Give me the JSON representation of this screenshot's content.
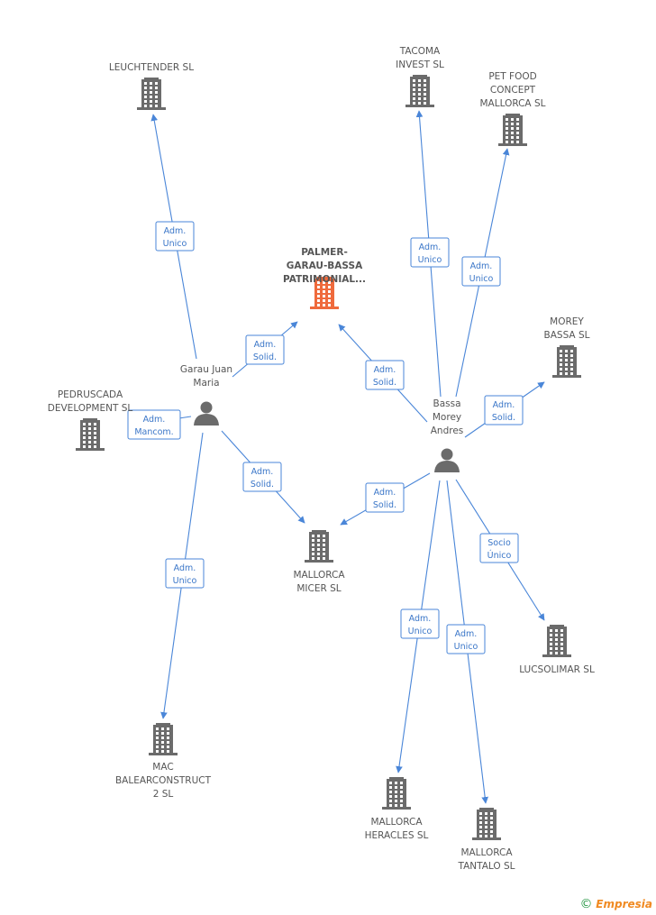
{
  "nodes": [
    {
      "id": "palmer",
      "kind": "company",
      "focus": true,
      "lines": [
        "PALMER-",
        "GARAU-BASSA",
        "PATRIMONIAL..."
      ]
    },
    {
      "id": "leuchtender",
      "kind": "company",
      "lines": [
        "LEUCHTENDER SL"
      ]
    },
    {
      "id": "tacoma",
      "kind": "company",
      "lines": [
        "TACOMA",
        "INVEST SL"
      ]
    },
    {
      "id": "petfood",
      "kind": "company",
      "lines": [
        "PET FOOD",
        "CONCEPT",
        "MALLORCA  SL"
      ]
    },
    {
      "id": "morey",
      "kind": "company",
      "lines": [
        "MOREY",
        "BASSA SL"
      ]
    },
    {
      "id": "pedruscada",
      "kind": "company",
      "lines": [
        "PEDRUSCADA",
        "DEVELOPMENT SL"
      ]
    },
    {
      "id": "micer",
      "kind": "company",
      "lines": [
        "MALLORCA",
        "MICER SL"
      ]
    },
    {
      "id": "lucsolimar",
      "kind": "company",
      "lines": [
        "LUCSOLIMAR SL"
      ]
    },
    {
      "id": "mac",
      "kind": "company",
      "lines": [
        "MAC",
        "BALEARCONSTRUCT",
        "2 SL"
      ]
    },
    {
      "id": "heracles",
      "kind": "company",
      "lines": [
        "MALLORCA",
        "HERACLES SL"
      ]
    },
    {
      "id": "tantalo",
      "kind": "company",
      "lines": [
        "MALLORCA",
        "TANTALO SL"
      ]
    },
    {
      "id": "garau",
      "kind": "person",
      "lines": [
        "Garau Juan",
        "Maria"
      ]
    },
    {
      "id": "bassa",
      "kind": "person",
      "lines": [
        "Bassa",
        "Morey",
        "Andres"
      ]
    }
  ],
  "edges": [
    {
      "id": "garau-leuchtender",
      "from": "garau",
      "to": "leuchtender",
      "label": [
        "Adm.",
        "Unico"
      ]
    },
    {
      "id": "garau-palmer",
      "from": "garau",
      "to": "palmer",
      "label": [
        "Adm.",
        "Solid."
      ]
    },
    {
      "id": "garau-pedruscada",
      "from": "garau",
      "to": "pedruscada",
      "label": [
        "Adm.",
        "Mancom."
      ]
    },
    {
      "id": "garau-micer",
      "from": "garau",
      "to": "micer",
      "label": [
        "Adm.",
        "Solid."
      ]
    },
    {
      "id": "garau-mac",
      "from": "garau",
      "to": "mac",
      "label": [
        "Adm.",
        "Unico"
      ]
    },
    {
      "id": "bassa-tacoma",
      "from": "bassa",
      "to": "tacoma",
      "label": [
        "Adm.",
        "Unico"
      ]
    },
    {
      "id": "bassa-petfood",
      "from": "bassa",
      "to": "petfood",
      "label": [
        "Adm.",
        "Unico"
      ]
    },
    {
      "id": "bassa-palmer",
      "from": "bassa",
      "to": "palmer",
      "label": [
        "Adm.",
        "Solid."
      ]
    },
    {
      "id": "bassa-morey",
      "from": "bassa",
      "to": "morey",
      "label": [
        "Adm.",
        "Solid."
      ]
    },
    {
      "id": "bassa-micer",
      "from": "bassa",
      "to": "micer",
      "label": [
        "Adm.",
        "Solid."
      ]
    },
    {
      "id": "bassa-lucsolimar",
      "from": "bassa",
      "to": "lucsolimar",
      "label": [
        "Socio",
        "Único"
      ]
    },
    {
      "id": "bassa-heracles",
      "from": "bassa",
      "to": "heracles",
      "label": [
        "Adm.",
        "Unico"
      ]
    },
    {
      "id": "bassa-tantalo",
      "from": "bassa",
      "to": "tantalo",
      "label": [
        "Adm.",
        "Unico"
      ]
    }
  ],
  "colors": {
    "edge": "#4a86d8",
    "icon": "#6b6b6b",
    "focus_icon": "#ef6a3c",
    "label": "#555555"
  },
  "footer": {
    "copyright_symbol": "©",
    "brand": "Empresia"
  }
}
